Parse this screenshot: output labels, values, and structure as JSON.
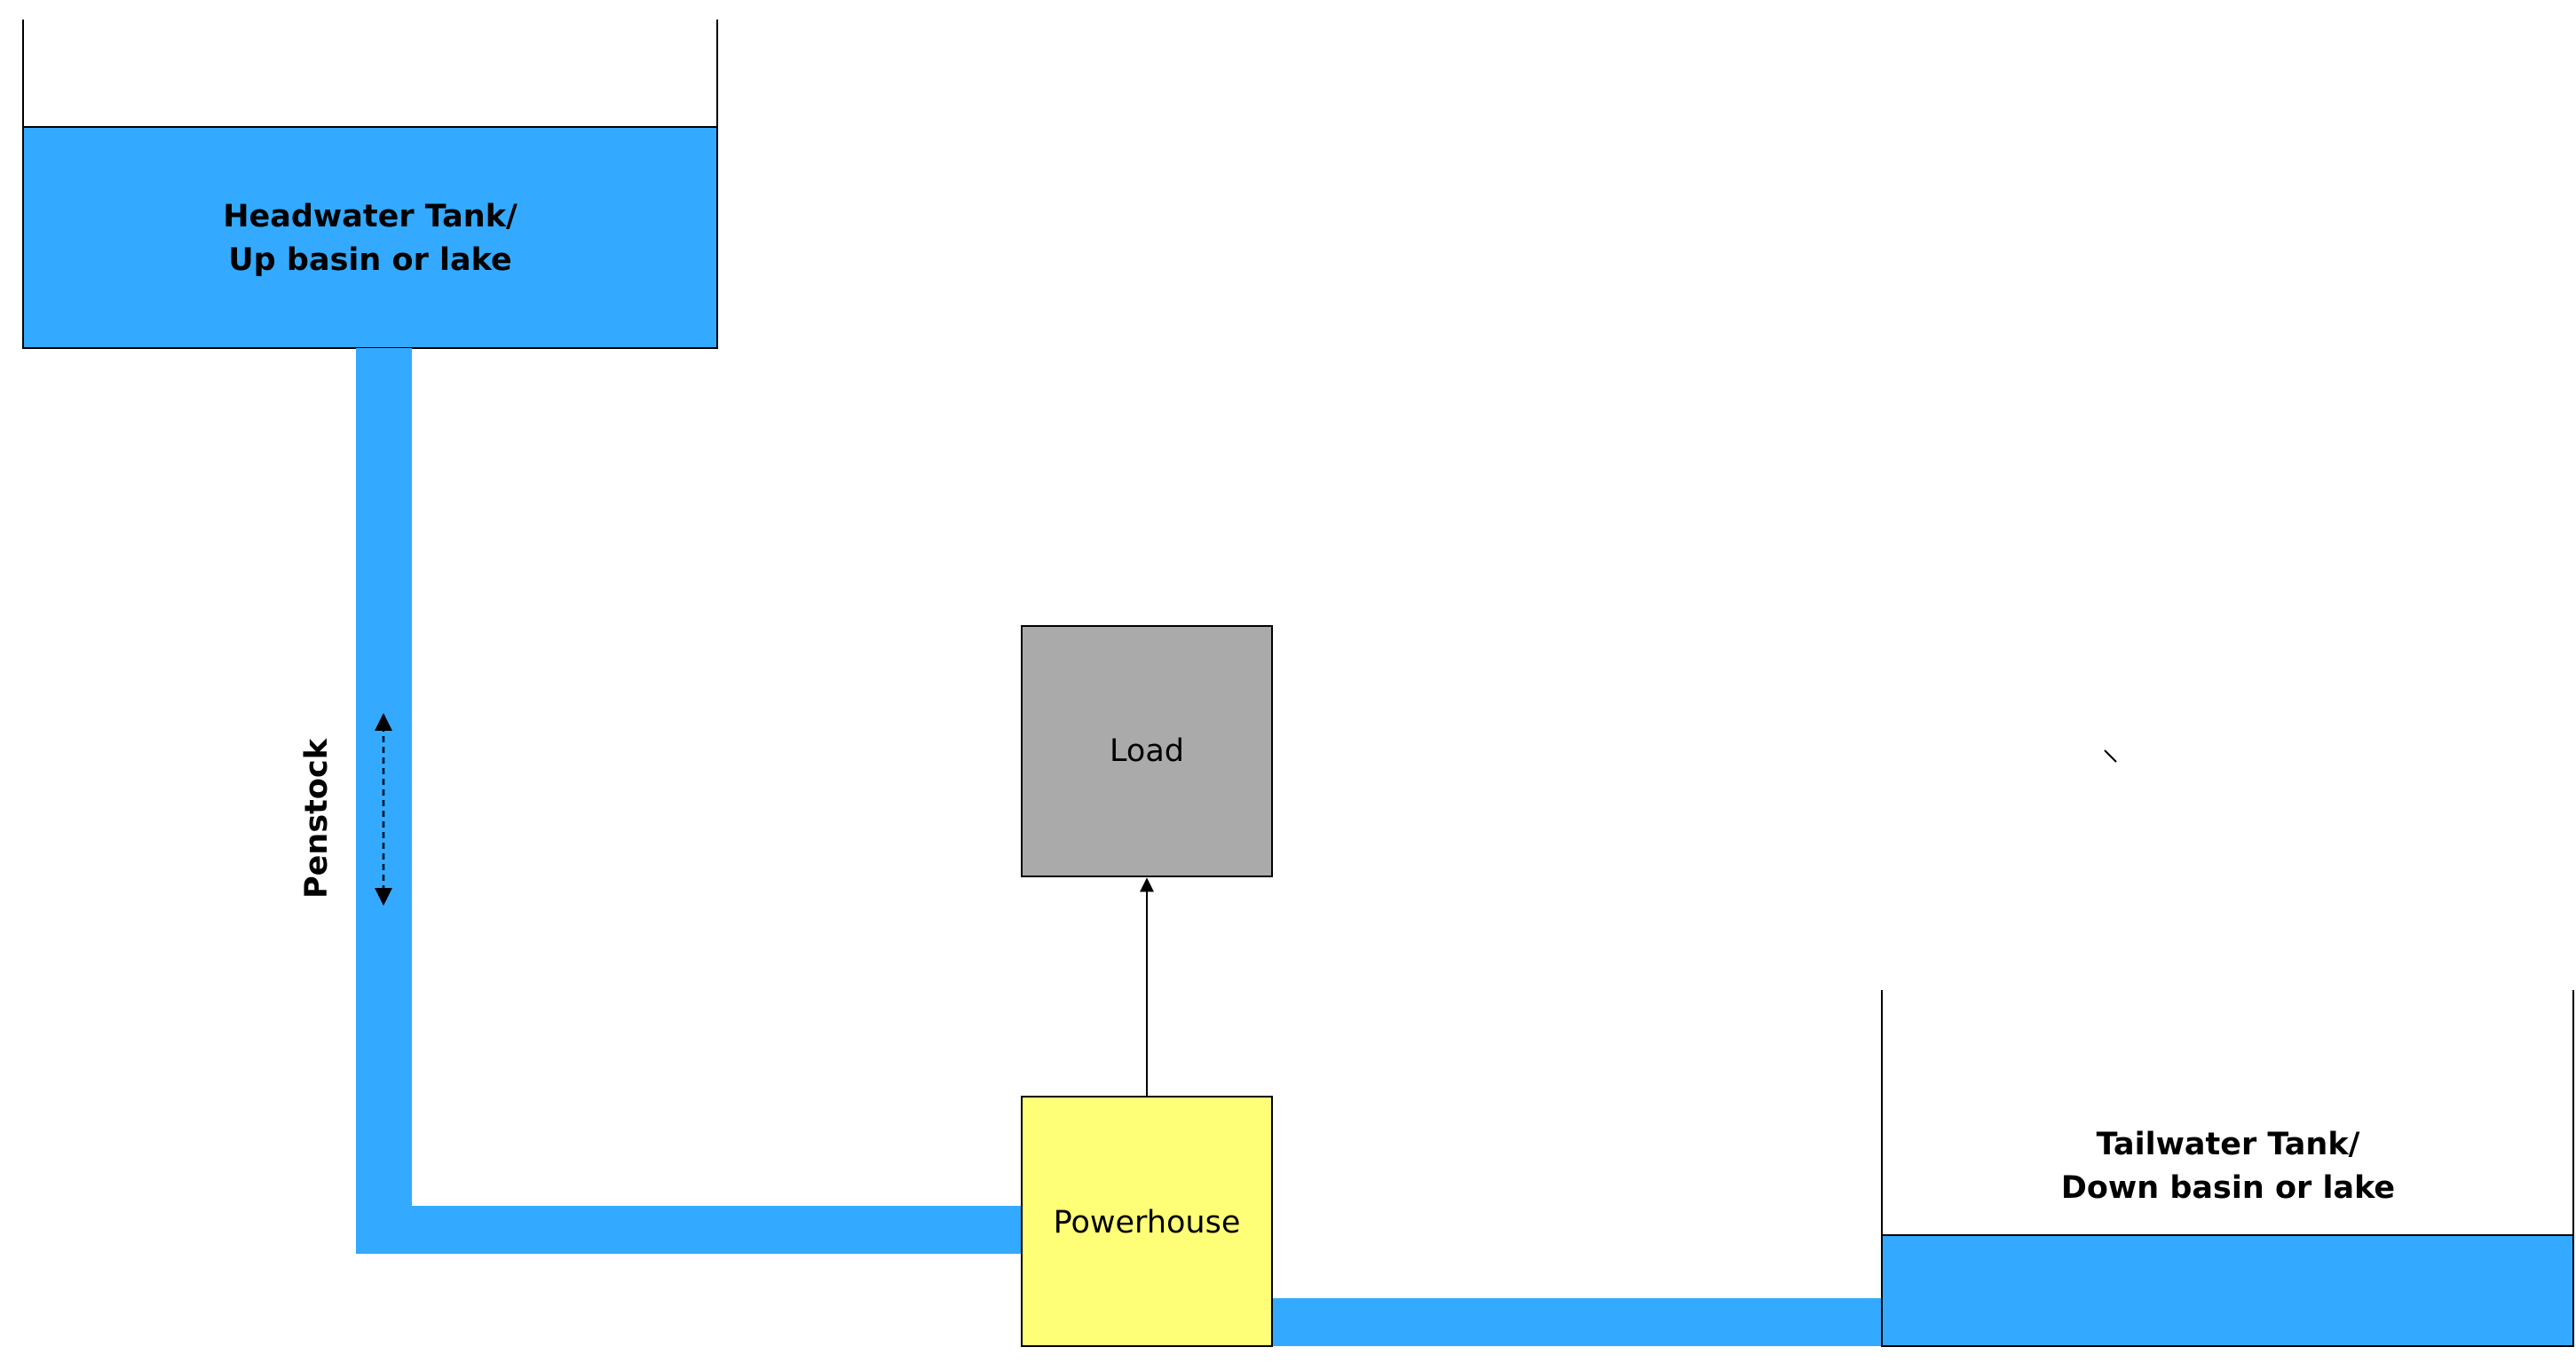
{
  "headwater": {
    "line1": "Headwater Tank/",
    "line2": "Up basin or lake"
  },
  "tailwater": {
    "line1": "Tailwater Tank/",
    "line2": "Down basin or lake"
  },
  "penstock": {
    "label": "Penstock"
  },
  "load": {
    "label": "Load"
  },
  "powerhouse": {
    "label": "Powerhouse"
  },
  "colors": {
    "water": "#33aaff",
    "load": "#aaaaaa",
    "powerhouse": "#ffff77",
    "outline": "#000000"
  }
}
